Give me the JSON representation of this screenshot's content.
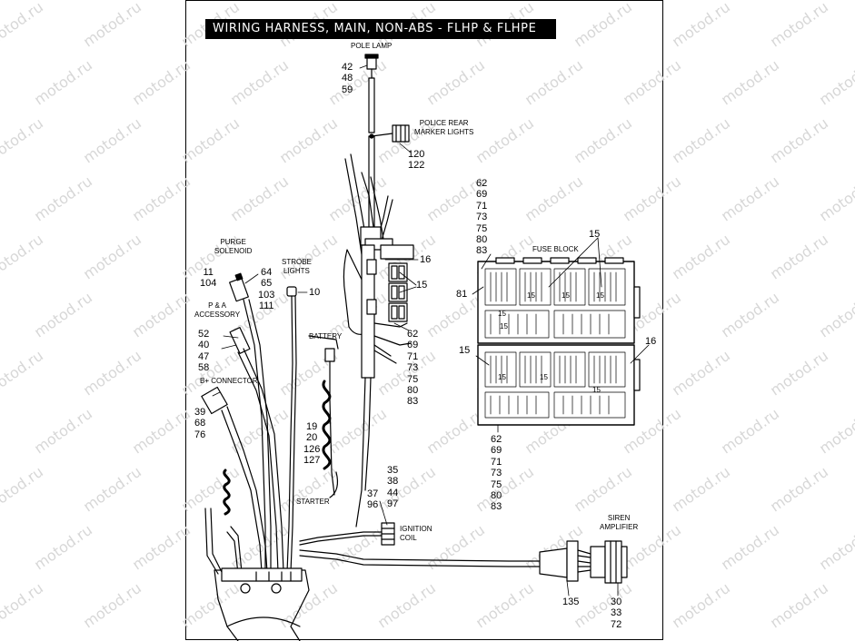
{
  "title": "WIRING HARNESS, MAIN, NON-ABS - FLHP & FLHPE",
  "watermark": "motod.ru",
  "labels": {
    "pole_lamp": "POLE LAMP",
    "police_rear_marker_lights": [
      "POLICE REAR",
      "MARKER LIGHTS"
    ],
    "purge_solenoid": [
      "PURGE",
      "SOLENOID"
    ],
    "strobe_lights": [
      "STROBE",
      "LIGHTS"
    ],
    "pa_accessory": [
      "P & A",
      "ACCESSORY"
    ],
    "battery": "BATTERY",
    "b_plus_connector": "B+ CONNECTOR",
    "starter": "STARTER",
    "ignition_coil": [
      "IGNITION",
      "COIL"
    ],
    "fuse_block": "FUSE BLOCK",
    "siren_amplifier": [
      "SIREN",
      "AMPLIFIER"
    ]
  },
  "callouts": {
    "pole_lamp": [
      "42",
      "48",
      "59"
    ],
    "police_marker": [
      "120",
      "122"
    ],
    "fuse_block_top": [
      "62",
      "69",
      "71",
      "73",
      "75",
      "80",
      "83"
    ],
    "fuse_block_bottom": [
      "62",
      "69",
      "71",
      "73",
      "75",
      "80",
      "83"
    ],
    "harness_relay_group": [
      "62",
      "69",
      "71",
      "73",
      "75",
      "80",
      "83"
    ],
    "purge_solenoid": [
      "11",
      "104"
    ],
    "strobe_connector": [
      "64",
      "65",
      "103",
      "111"
    ],
    "strobe_lights": "10",
    "pa_accessory": [
      "52",
      "40",
      "47",
      "58"
    ],
    "b_plus_connector": [
      "39",
      "68",
      "76"
    ],
    "battery": [
      "19",
      "20",
      "126",
      "127"
    ],
    "ignition_coil_upper": [
      "35",
      "38",
      "44",
      "97"
    ],
    "ignition_coil_lower": [
      "37",
      "96"
    ],
    "relay_16_harness": "16",
    "relay_15_harness": "15",
    "fuse_block_15_top": "15",
    "fuse_block_15_left": "15",
    "fuse_block_16": "16",
    "fuse_block_81": "81",
    "siren_connector": "135",
    "siren_amplifier": [
      "30",
      "33",
      "72"
    ]
  }
}
